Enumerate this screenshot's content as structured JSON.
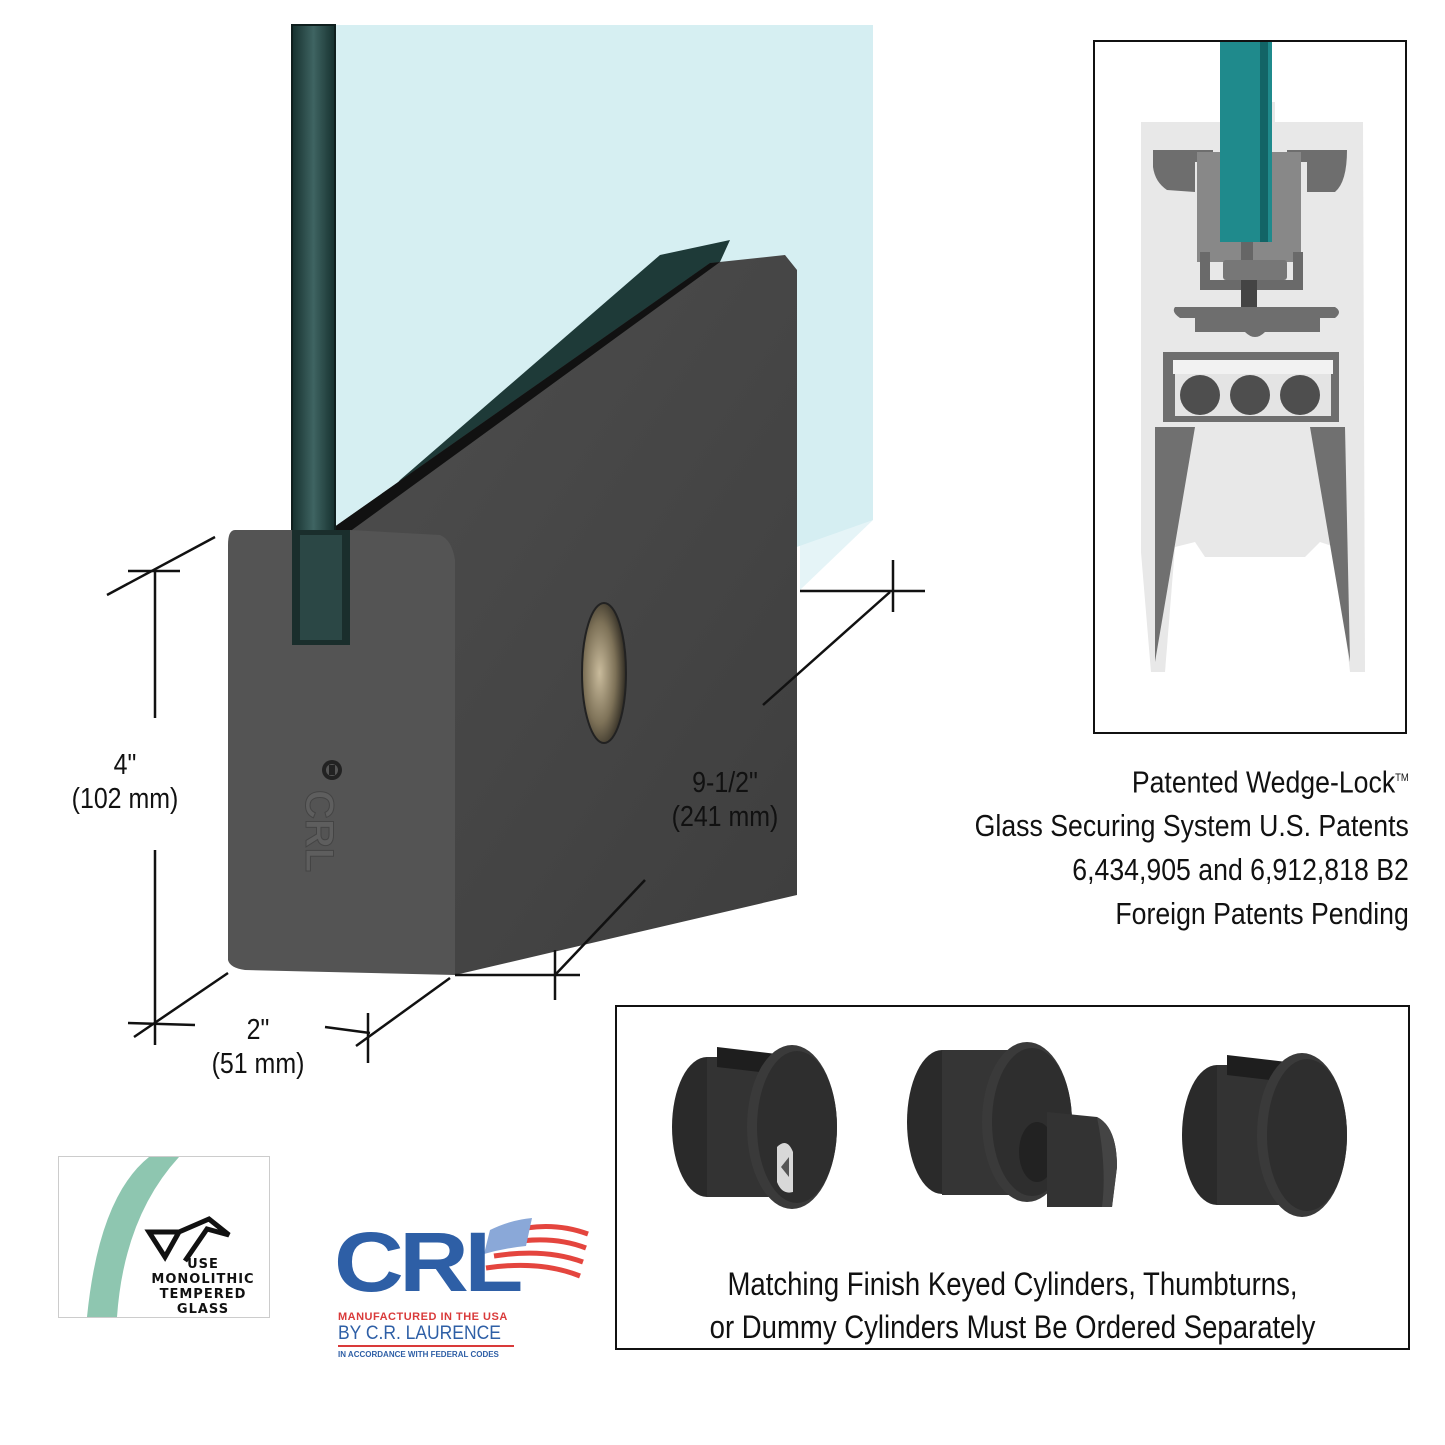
{
  "product": {
    "description": "Dry glaze door rail with glass panel, dark bronze/black finish",
    "colors": {
      "glass_face": "#d6eff2",
      "glass_edge": "#1e3a38",
      "rail_body": "#4a4a4a",
      "rail_dark": "#3a3a3a",
      "lock_hole": "#8a7d62",
      "profile_glass": "#1f8a8c",
      "profile_aluminum": "#e6e6e6",
      "profile_gray": "#6e6e6e"
    }
  },
  "dimensions": {
    "height": {
      "imperial": "4\"",
      "metric": "(102 mm)"
    },
    "width": {
      "imperial": "2\"",
      "metric": "(51 mm)"
    },
    "length": {
      "imperial": "9-1/2\"",
      "metric": "(241 mm)"
    }
  },
  "patent_caption": {
    "line1": "Patented Wedge-Lock",
    "trademark": "TM",
    "line2": "Glass Securing System U.S. Patents",
    "line3": "6,434,905 and 6,912,818 B2",
    "line4": "Foreign Patents Pending"
  },
  "cylinders_caption": {
    "line1": "Matching Finish Keyed Cylinders, Thumbturns,",
    "line2": "or Dummy Cylinders Must Be Ordered Separately",
    "items": [
      "keyed-cylinder",
      "thumbturn",
      "dummy-cylinder"
    ]
  },
  "glass_badge": {
    "line1": "USE",
    "line2": "MONOLITHIC",
    "line3": "TEMPERED",
    "line4": "GLASS"
  },
  "brand_logo": {
    "mark": "CRL",
    "tagline": "MANUFACTURED IN THE USA",
    "by_line": "BY C.R. LAURENCE",
    "fine_print": "IN ACCORDANCE WITH FEDERAL CODES",
    "mark_color": "#2e5fa6",
    "tagline_color": "#d93a3a"
  }
}
